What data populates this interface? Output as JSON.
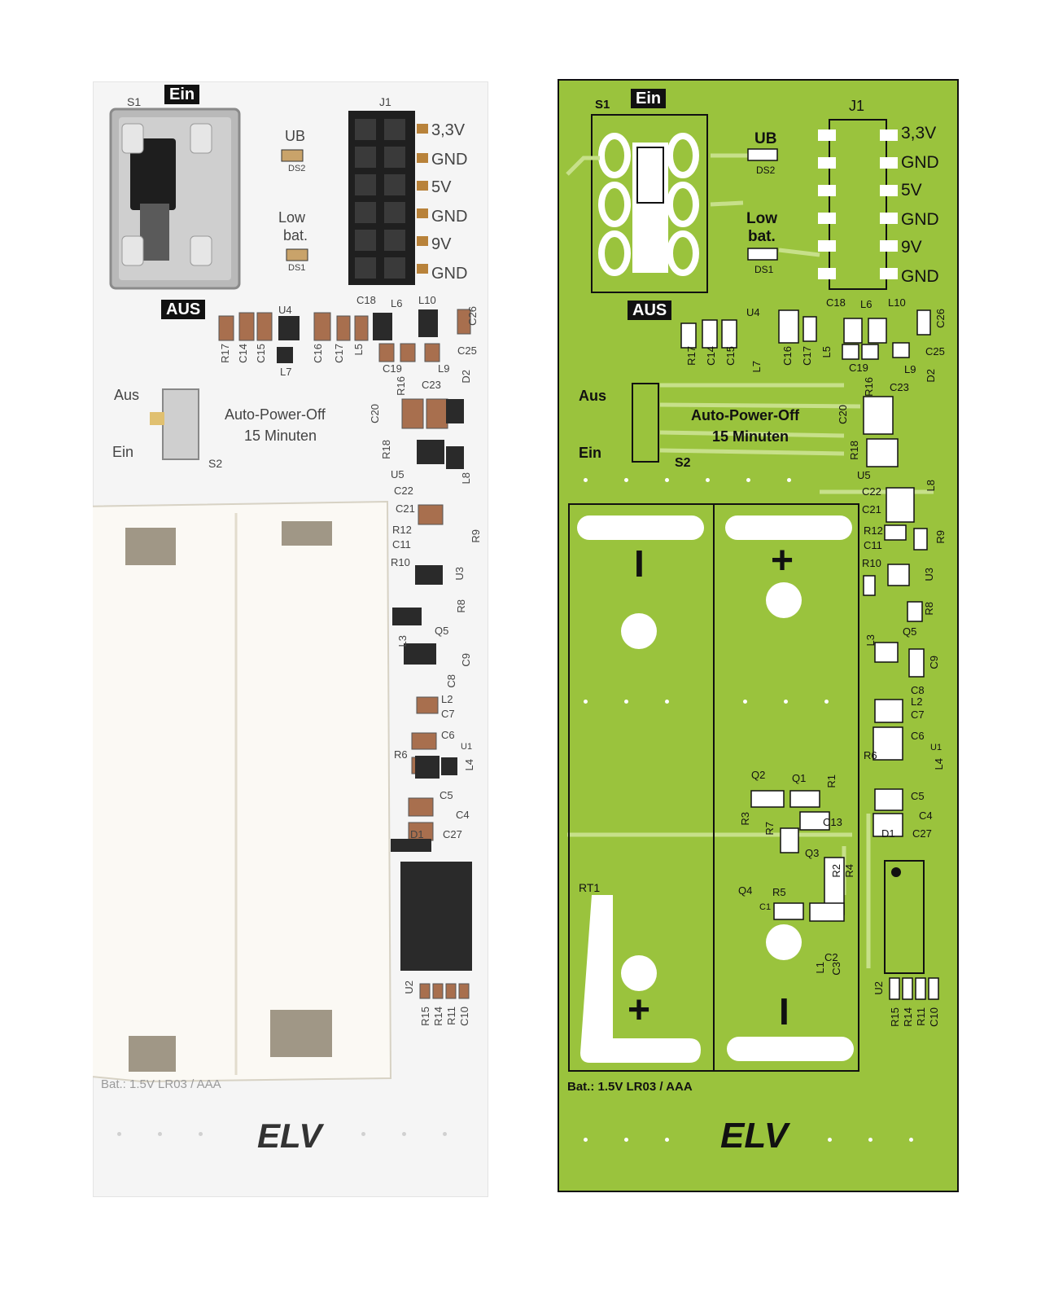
{
  "photo": {
    "s1": "S1",
    "ein_badge": "Ein",
    "aus_badge": "AUS",
    "j1": "J1",
    "pins": [
      "3,3V",
      "GND",
      "5V",
      "GND",
      "9V",
      "GND"
    ],
    "ub": "UB",
    "ds2": "DS2",
    "low": "Low",
    "bat": "bat.",
    "ds1": "DS1",
    "aus": "Aus",
    "ein": "Ein",
    "s2": "S2",
    "apo_line1": "Auto-Power-Off",
    "apo_line2": "15 Minuten",
    "battery_spec": "Bat.: 1.5V LR03 / AAA",
    "logo": "ELV",
    "labels_h": [
      "U4",
      "C18",
      "L6",
      "L10",
      "C25",
      "L9",
      "C19",
      "C23",
      "U5",
      "C22",
      "C21",
      "R12",
      "C11",
      "R10",
      "Q5",
      "L2",
      "C7",
      "C6",
      "R6",
      "U1",
      "C5",
      "C4",
      "D1",
      "C27"
    ],
    "labels_v": [
      "R17",
      "C14",
      "C15",
      "L7",
      "C16",
      "C17",
      "L5",
      "C26",
      "R16",
      "D2",
      "C20",
      "R18",
      "L8",
      "R9",
      "U3",
      "R8",
      "L3",
      "C9",
      "C8",
      "L4",
      "U2",
      "R15",
      "R14",
      "R11",
      "C10"
    ]
  },
  "layout": {
    "s1": "S1",
    "ein_badge": "Ein",
    "aus_badge": "AUS",
    "j1": "J1",
    "pins": [
      "3,3V",
      "GND",
      "5V",
      "GND",
      "9V",
      "GND"
    ],
    "ub": "UB",
    "ds2": "DS2",
    "low": "Low",
    "bat": "bat.",
    "ds1": "DS1",
    "aus": "Aus",
    "ein": "Ein",
    "s2": "S2",
    "apo_line1": "Auto-Power-Off",
    "apo_line2": "15 Minuten",
    "minus1": "I",
    "plus1": "+",
    "plus2": "+",
    "minus2": "I",
    "rt1": "RT1",
    "battery_spec": "Bat.: 1.5V LR03 / AAA",
    "logo": "ELV",
    "labels_h": [
      "U4",
      "C18",
      "L6",
      "L10",
      "C25",
      "L9",
      "C19",
      "C23",
      "U5",
      "C22",
      "C21",
      "R12",
      "C11",
      "R10",
      "Q5",
      "C8",
      "L2",
      "C7",
      "C6",
      "R6",
      "U1",
      "C5",
      "C4",
      "D1",
      "C27",
      "Q2",
      "Q1",
      "C13",
      "Q3",
      "Q4",
      "R5",
      "C1",
      "C2"
    ],
    "labels_v": [
      "R17",
      "C14",
      "C15",
      "L7",
      "C16",
      "C17",
      "L5",
      "C26",
      "R16",
      "D2",
      "C20",
      "R18",
      "L8",
      "R9",
      "U3",
      "R8",
      "L3",
      "C9",
      "L4",
      "R1",
      "R3",
      "R7",
      "R2",
      "R4",
      "L1",
      "C3",
      "U2",
      "R15",
      "R14",
      "R11",
      "C10"
    ]
  },
  "colors": {
    "pcb_green": "#9ac33d",
    "photo_board": "#f5f5f5",
    "silkscreen": "#111111",
    "pads": "#ffffff"
  }
}
